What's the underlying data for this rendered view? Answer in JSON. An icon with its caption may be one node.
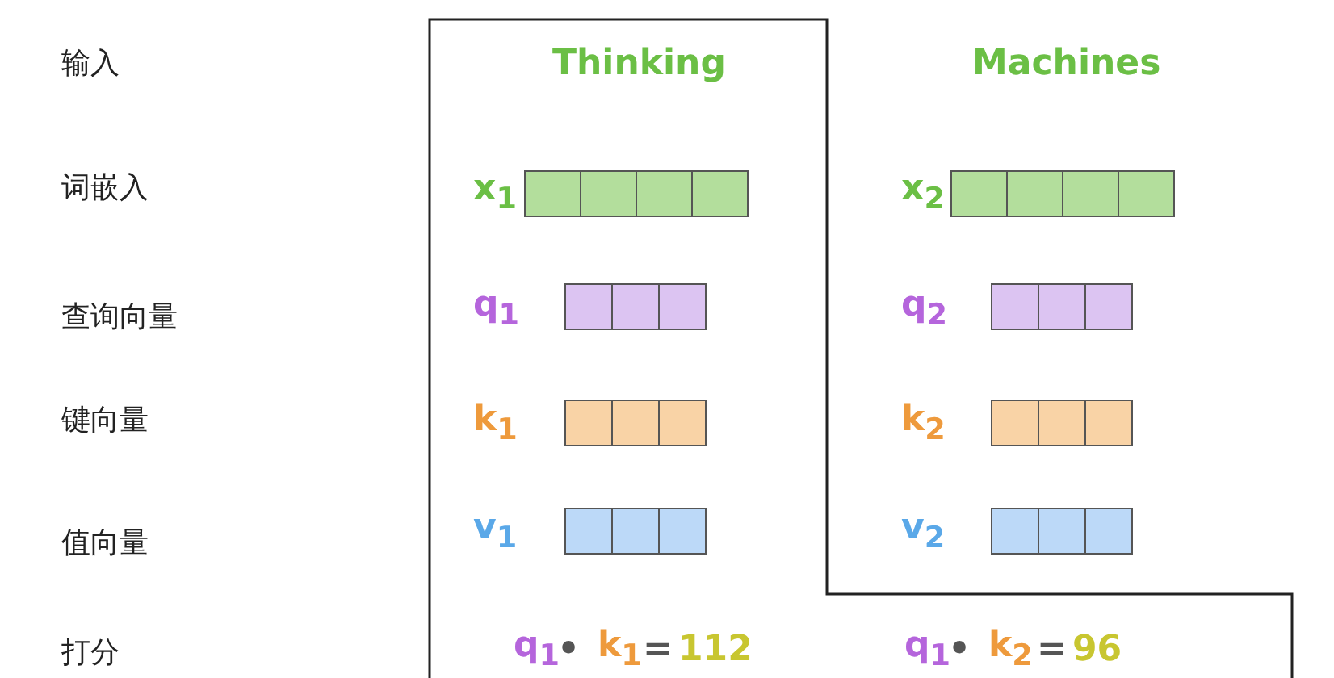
{
  "diagram": {
    "labels": [
      "输入",
      "Thinking",
      "Machines",
      "词嵌入",
      "x$_{1}$",
      "x$_{2}$",
      "查询向量",
      "q$_{1}$",
      "q$_{2}$",
      "键向量",
      "k$_{1}$",
      "k$_{2}$",
      "值向量",
      "v$_{1}$",
      "v$_{2}$",
      "打分",
      "q$_{1}$",
      "•",
      "k$_{1}$",
      "=",
      "112",
      "q$_{1}$",
      "•",
      "k$_{2}$",
      "=",
      "96"
    ]
  }
}
